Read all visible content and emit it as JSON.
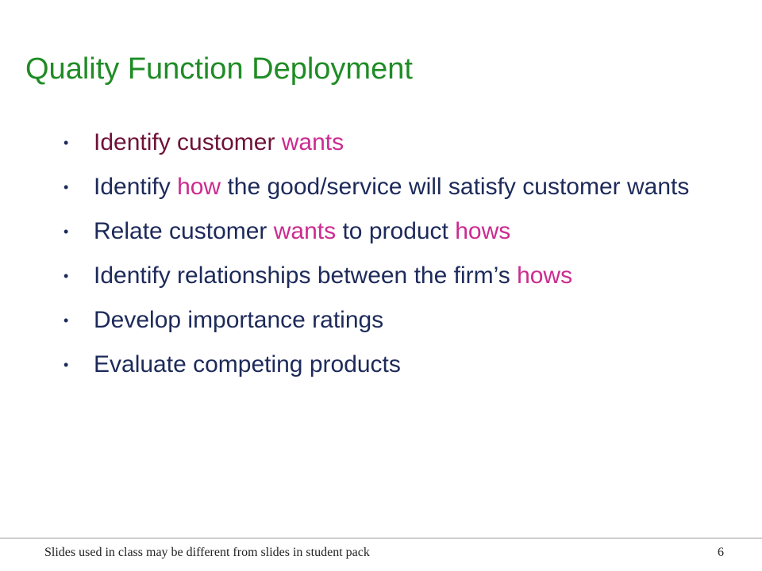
{
  "title": "Quality Function Deployment",
  "bullet_symbol": "•",
  "bullets": [
    {
      "segments": [
        {
          "text": "Identify customer ",
          "style": "plain"
        },
        {
          "text": "wants",
          "style": "highlight"
        }
      ]
    },
    {
      "segments": [
        {
          "text": "Identify ",
          "style": "plain"
        },
        {
          "text": "how",
          "style": "highlight"
        },
        {
          "text": " the good/service will satisfy customer wants",
          "style": "plain"
        }
      ]
    },
    {
      "segments": [
        {
          "text": "Relate customer ",
          "style": "plain"
        },
        {
          "text": "wants",
          "style": "highlight"
        },
        {
          "text": " to product ",
          "style": "plain"
        },
        {
          "text": "hows",
          "style": "highlight"
        }
      ]
    },
    {
      "segments": [
        {
          "text": "Identify relationships between the firm’s ",
          "style": "plain"
        },
        {
          "text": "hows",
          "style": "highlight"
        }
      ]
    },
    {
      "segments": [
        {
          "text": "Develop importance ratings",
          "style": "plain"
        }
      ]
    },
    {
      "segments": [
        {
          "text": "Evaluate competing products",
          "style": "plain"
        }
      ]
    }
  ],
  "footer": "Slides used in class may be different from slides in student pack",
  "page_number": "6",
  "colors": {
    "title": "#1f8c25",
    "body_text": "#1d2a5a",
    "first_bullet_text": "#6e1238",
    "highlight": "#cc2b8f"
  }
}
